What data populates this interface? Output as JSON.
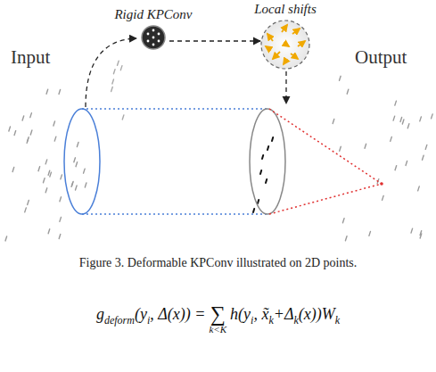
{
  "diagram": {
    "caption": "Figure 3. Deformable KPConv illustrated on 2D points.",
    "nodes": [
      {
        "text": [
          "Rigid KPConv"
        ]
      },
      {
        "text": [
          "Local shifts"
        ]
      }
    ],
    "edges": [
      {
        "from": 0,
        "to": 1,
        "arrow": "to"
      }
    ],
    "labels": [
      "Input",
      "Output",
      "g",
      "deform",
      "(y",
      "i",
      ", Δ(x)) =",
      "∑",
      "k<K",
      "h(y",
      "i",
      ", x̃",
      "k",
      "+Δ",
      "k",
      "(x))W",
      "k"
    ]
  }
}
